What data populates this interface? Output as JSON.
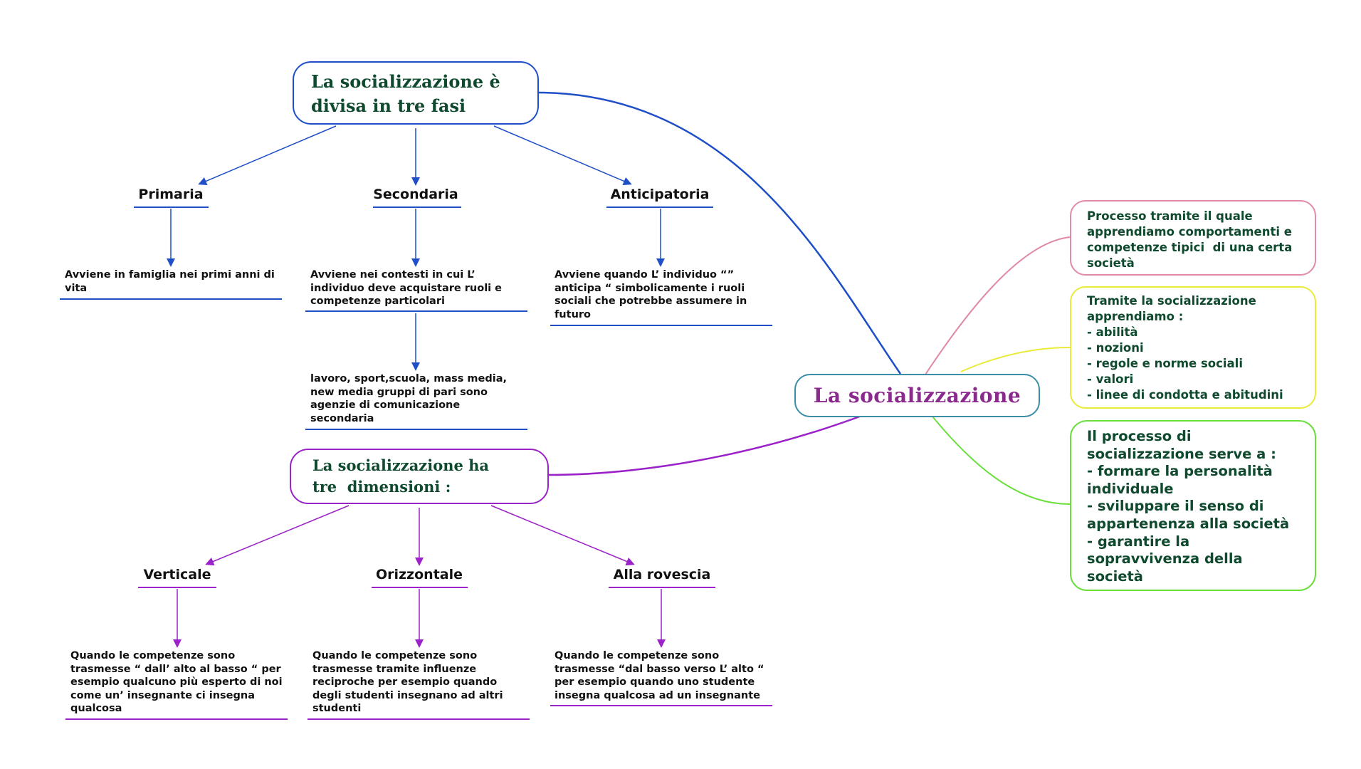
{
  "center": {
    "title": "La socializzazione"
  },
  "fasi": {
    "title_lines": [
      "La socializzazione è",
      "divisa in tre fasi"
    ],
    "headings": [
      "Primaria",
      "Secondaria",
      "Anticipatoria"
    ],
    "primaria_desc": [
      "Avviene in famiglia nei primi anni di",
      "vita"
    ],
    "secondaria_desc": [
      "Avviene nei contesti in cui L’",
      "individuo deve acquistare ruoli e",
      "competenze particolari"
    ],
    "anticipatoria_desc": [
      "Avviene quando L’ individuo “”",
      "anticipa “ simbolicamente i ruoli",
      "sociali che potrebbe assumere in",
      "futuro"
    ],
    "agenzie_desc": [
      "lavoro, sport,scuola, mass media,",
      "new media gruppi di pari sono",
      "agenzie di comunicazione",
      "secondaria"
    ]
  },
  "dimensioni": {
    "title_lines": [
      "La socializzazione ha",
      "tre  dimensioni :"
    ],
    "headings": [
      "Verticale",
      "Orizzontale",
      "Alla rovescia"
    ],
    "verticale_desc": [
      "Quando le competenze sono",
      "trasmesse “ dall’ alto al basso “ per",
      "esempio qualcuno più esperto di noi",
      "come un’ insegnante ci insegna",
      "qualcosa"
    ],
    "orizzontale_desc": [
      "Quando le competenze sono",
      "trasmesse tramite influenze",
      "reciproche per esempio quando",
      "degli studenti insegnano ad altri",
      "studenti"
    ],
    "rovescia_desc": [
      "Quando le competenze sono",
      "trasmesse “dal basso verso L’ alto “",
      "per esempio quando uno studente",
      "insegna qualcosa ad un insegnante"
    ]
  },
  "right": {
    "pink": [
      "Processo tramite il quale",
      "apprendiamo comportamenti e",
      "competenze tipici  di una certa",
      "società"
    ],
    "yellow": [
      "Tramite la socializzazione",
      "apprendiamo :",
      "- abilità",
      "- nozioni",
      "- regole e norme sociali",
      "- valori",
      "- linee di condotta e abitudini"
    ],
    "green": [
      "Il processo di",
      "socializzazione serve a :",
      "- formare la personalità",
      "individuale",
      "- sviluppare il senso di",
      "appartenenza alla società",
      "- garantire la",
      "sopravvivenza della",
      "società"
    ]
  },
  "colors": {
    "blue": "#1f4fc6",
    "purple": "#9a22c8",
    "pink": "#e08aa6",
    "yellow": "#e9ea3a",
    "green": "#6adf3c",
    "center_border": "#3b8ea5",
    "center_text": "#8a2a8c",
    "title_text": "#0f4a2e"
  }
}
